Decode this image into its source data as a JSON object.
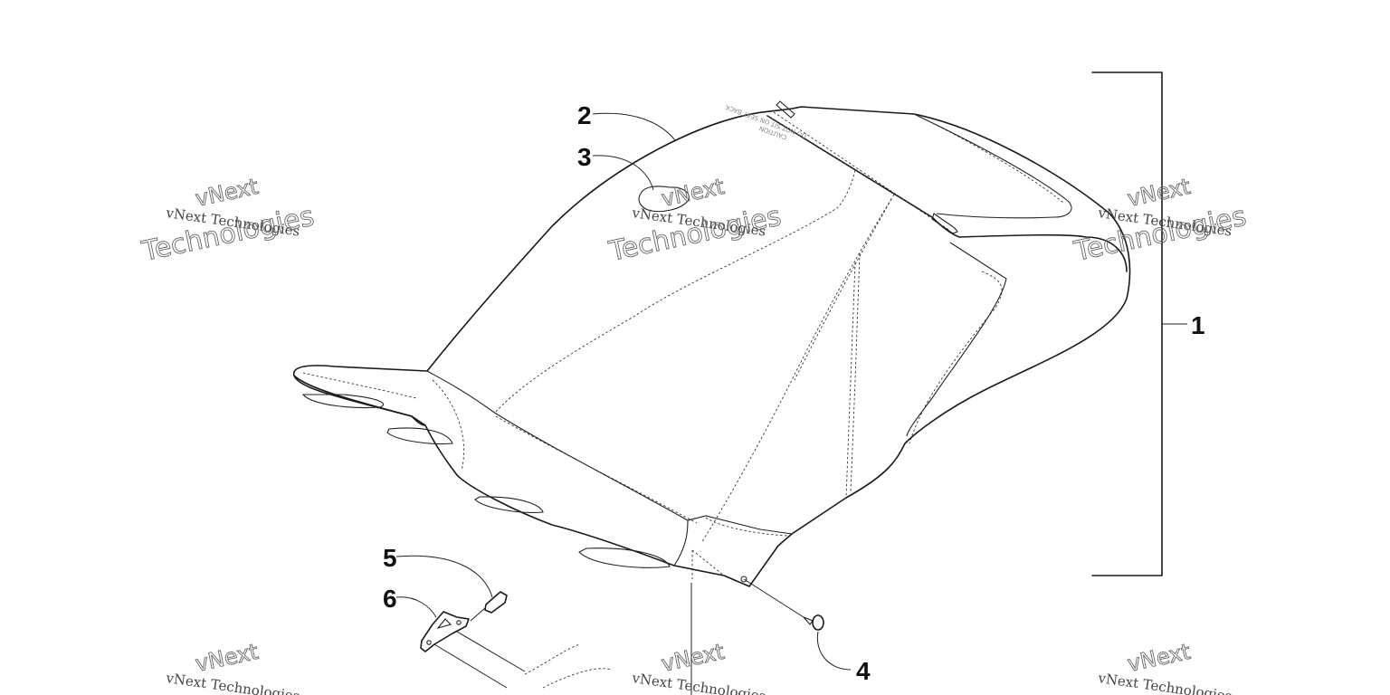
{
  "diagram": {
    "callouts": {
      "c1": "1",
      "c2": "2",
      "c3": "3",
      "c4": "4",
      "c5": "5",
      "c6": "6"
    },
    "seat_decal": [
      "CAUTION",
      "DO NOT SIT ON SEAT BACK"
    ]
  },
  "watermark": {
    "line_small": "vNext Technologies",
    "outline_top": "vNext",
    "outline_bottom": "Technologies"
  }
}
